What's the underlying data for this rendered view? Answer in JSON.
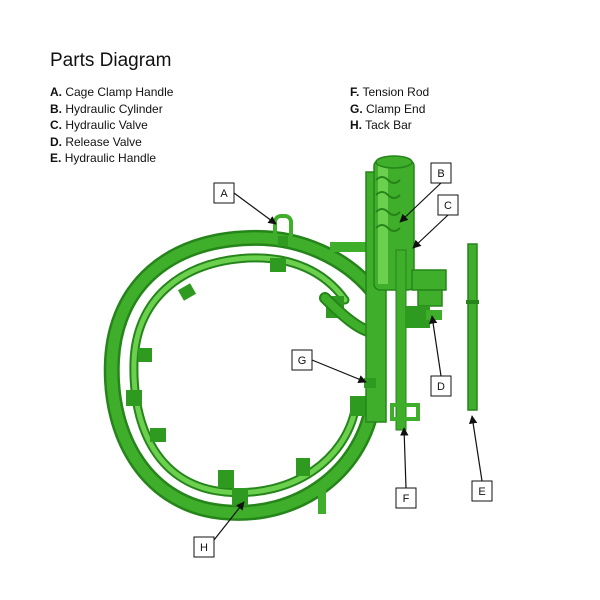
{
  "title": "Parts Diagram",
  "legend_left": [
    {
      "letter": "A.",
      "name": "Cage Clamp Handle"
    },
    {
      "letter": "B.",
      "name": "Hydraulic Cylinder"
    },
    {
      "letter": "C.",
      "name": "Hydraulic Valve"
    },
    {
      "letter": "D.",
      "name": "Release Valve"
    },
    {
      "letter": "E.",
      "name": "Hydraulic Handle"
    }
  ],
  "legend_right": [
    {
      "letter": "F.",
      "name": "Tension Rod"
    },
    {
      "letter": "G.",
      "name": "Clamp End"
    },
    {
      "letter": "H.",
      "name": "Tack Bar"
    }
  ],
  "callouts": {
    "a": "A",
    "b": "B",
    "c": "C",
    "d": "D",
    "e": "E",
    "f": "F",
    "g": "G",
    "h": "H"
  },
  "colors": {
    "metal_green": "#3fae2a",
    "metal_dark": "#26851a",
    "metal_light": "#6cd04f"
  }
}
